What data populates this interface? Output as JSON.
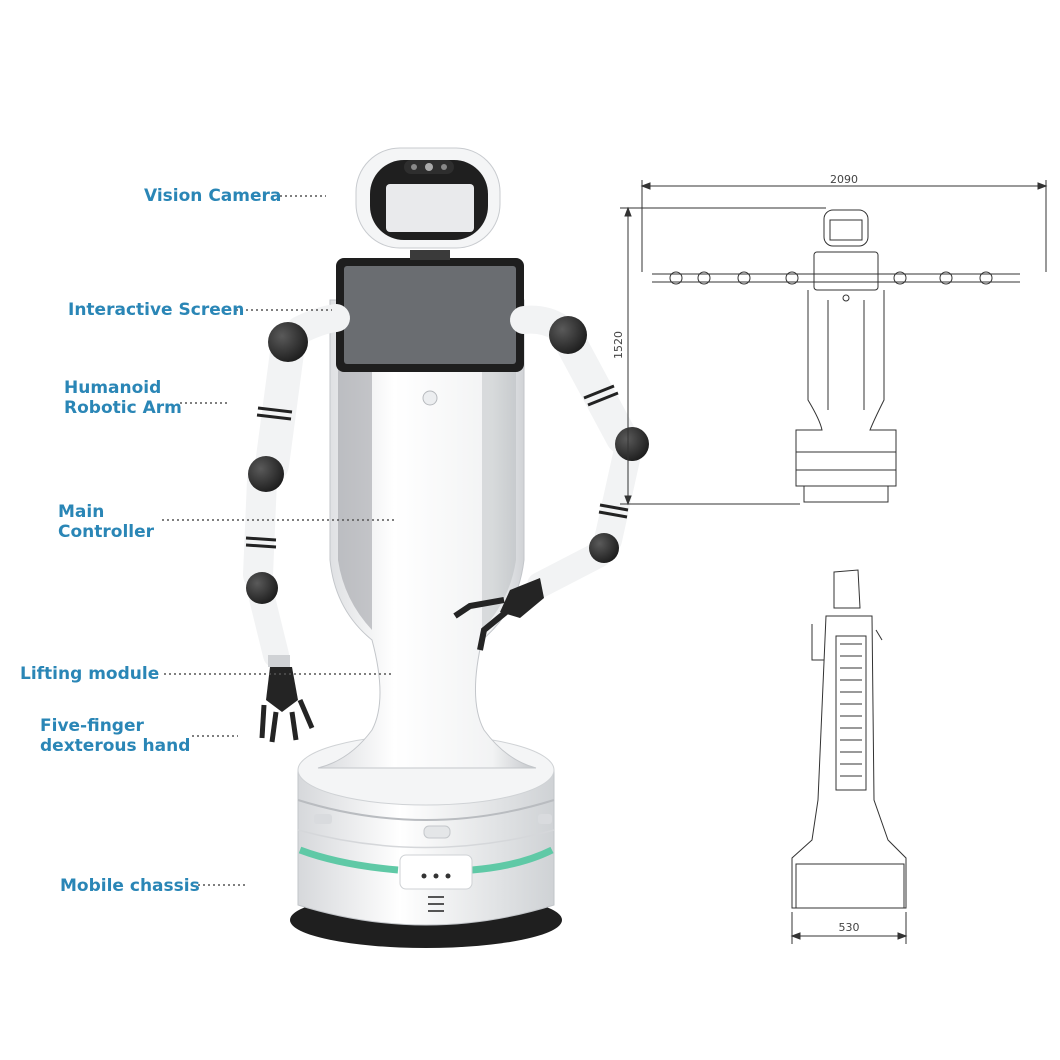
{
  "labels": {
    "vision_camera": "Vision Camera",
    "interactive_screen": "Interactive Screen",
    "humanoid_arm_line1": "Humanoid",
    "humanoid_arm_line2": "Robotic Arm",
    "main_controller_line1": "Main",
    "main_controller_line2": "Controller",
    "lifting_module": "Lifting module",
    "hand_line1": "Five-finger",
    "hand_line2": "dexterous hand",
    "mobile_chassis": "Mobile chassis"
  },
  "dimensions": {
    "width_span": "2090",
    "height": "1520",
    "base_width": "530"
  },
  "colors": {
    "label": "#2a86b6",
    "accent_stripe": "#5fc9a6",
    "dark_joint": "#2b2b2b",
    "body_shadow": "#c9ccd0"
  }
}
